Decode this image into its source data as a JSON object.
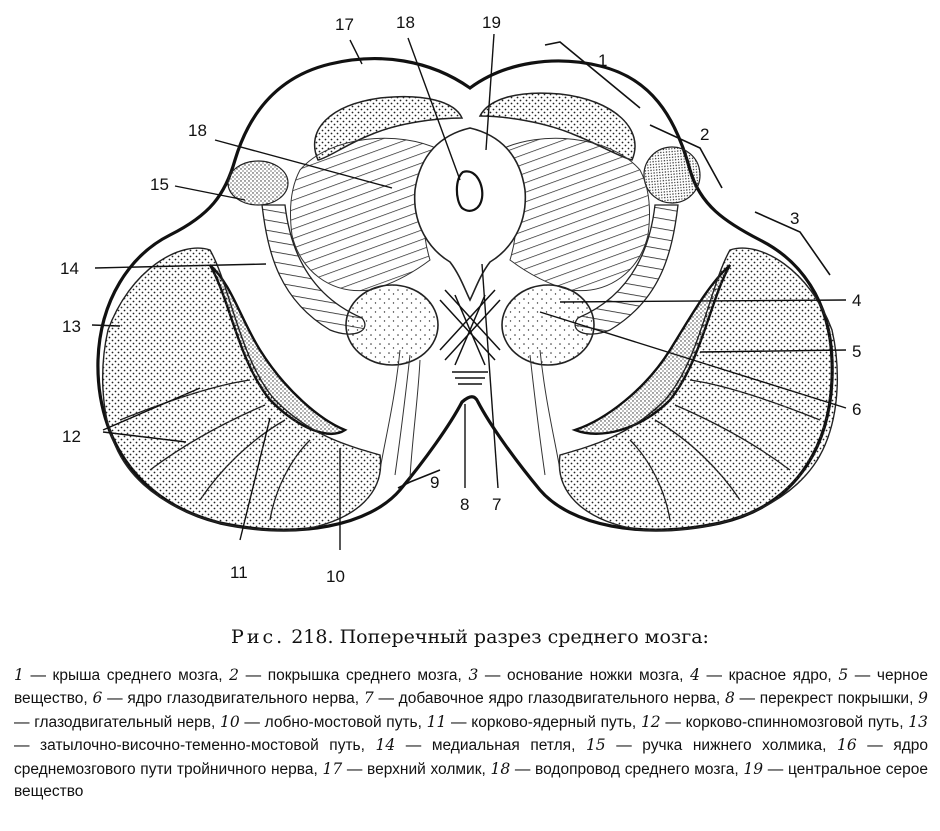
{
  "figure": {
    "labels": {
      "l1": "1",
      "l2": "2",
      "l3": "3",
      "l4": "4",
      "l5": "5",
      "l6": "6",
      "l7": "7",
      "l8": "8",
      "l9": "9",
      "l10": "10",
      "l11": "11",
      "l12": "12",
      "l13": "13",
      "l14": "14",
      "l15": "15",
      "l17": "17",
      "l18a": "18",
      "l18b": "18",
      "l19": "19"
    }
  },
  "caption": {
    "prefix": "Рис.",
    "title": "218. Поперечный разрез среднего мозга:"
  },
  "legend": [
    {
      "num": "1",
      "text": " — крыша среднего мозга, "
    },
    {
      "num": "2",
      "text": " — покрышка среднего мозга, "
    },
    {
      "num": "3",
      "text": " — основание ножки мозга, "
    },
    {
      "num": "4",
      "text": " — красное ядро, "
    },
    {
      "num": "5",
      "text": " — черное вещество, "
    },
    {
      "num": "6",
      "text": " — ядро глазодвигательного нерва, "
    },
    {
      "num": "7",
      "text": " — добавочное ядро глазодвигательного нерва, "
    },
    {
      "num": "8",
      "text": " — перекрест покрышки, "
    },
    {
      "num": "9",
      "text": " — глазодвигательный нерв, "
    },
    {
      "num": "10",
      "text": " — лобно-мостовой путь, "
    },
    {
      "num": "11",
      "text": " — корково-ядерный путь, "
    },
    {
      "num": "12",
      "text": " — корково-спинномозговой путь, "
    },
    {
      "num": "13",
      "text": " — затылочно-височно-теменно-мостовой путь, "
    },
    {
      "num": "14",
      "text": " — медиальная петля, "
    },
    {
      "num": "15",
      "text": " — ручка нижнего холмика, "
    },
    {
      "num": "16",
      "text": " — ядро среднемозгового пути тройничного нерва, "
    },
    {
      "num": "17",
      "text": " — верхний холмик, "
    },
    {
      "num": "18",
      "text": " — водопровод среднего мозга, "
    },
    {
      "num": "19",
      "text": " — центральное серое вещество"
    }
  ]
}
